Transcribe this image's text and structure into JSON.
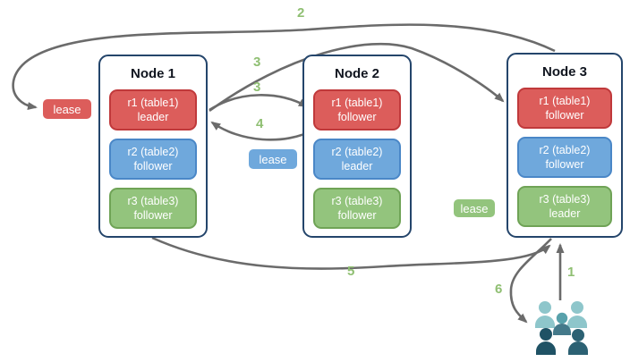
{
  "diagram": {
    "nodes": [
      {
        "title": "Node 1",
        "replicas": [
          {
            "line1": "r1 (table1)",
            "line2": "leader",
            "color": "red"
          },
          {
            "line1": "r2 (table2)",
            "line2": "follower",
            "color": "blue"
          },
          {
            "line1": "r3 (table3)",
            "line2": "follower",
            "color": "green"
          }
        ]
      },
      {
        "title": "Node 2",
        "replicas": [
          {
            "line1": "r1 (table1)",
            "line2": "follower",
            "color": "red"
          },
          {
            "line1": "r2 (table2)",
            "line2": "leader",
            "color": "blue"
          },
          {
            "line1": "r3 (table3)",
            "line2": "follower",
            "color": "green"
          }
        ]
      },
      {
        "title": "Node 3",
        "replicas": [
          {
            "line1": "r1 (table1)",
            "line2": "follower",
            "color": "red"
          },
          {
            "line1": "r2 (table2)",
            "line2": "follower",
            "color": "blue"
          },
          {
            "line1": "r3 (table3)",
            "line2": "leader",
            "color": "green"
          }
        ]
      }
    ],
    "leases": [
      {
        "label": "lease",
        "color": "red"
      },
      {
        "label": "lease",
        "color": "blue"
      },
      {
        "label": "lease",
        "color": "green"
      }
    ],
    "steps": [
      {
        "id": "step-1",
        "label": "1"
      },
      {
        "id": "step-2",
        "label": "2"
      },
      {
        "id": "step-3a",
        "label": "3"
      },
      {
        "id": "step-3b",
        "label": "3"
      },
      {
        "id": "step-4",
        "label": "4"
      },
      {
        "id": "step-5",
        "label": "5"
      },
      {
        "id": "step-6",
        "label": "6"
      }
    ],
    "icons": {
      "users_group": "users-group-icon"
    },
    "colors": {
      "replica_red_fill": "#dc5d5b",
      "replica_red_border": "#c0393b",
      "replica_blue_fill": "#6fa8dc",
      "replica_blue_border": "#4a87c7",
      "replica_green_fill": "#93c47d",
      "replica_green_border": "#6fa356",
      "node_border": "#24456b",
      "arrow_gray": "#6b6b6b",
      "step_number_green": "#8fbf72",
      "users_light_teal": "#8ec6cb",
      "users_mid_teal": "#58a1ab",
      "users_dark_teal_left": "#1f5265",
      "users_dark_teal_right": "#2c6173"
    }
  }
}
